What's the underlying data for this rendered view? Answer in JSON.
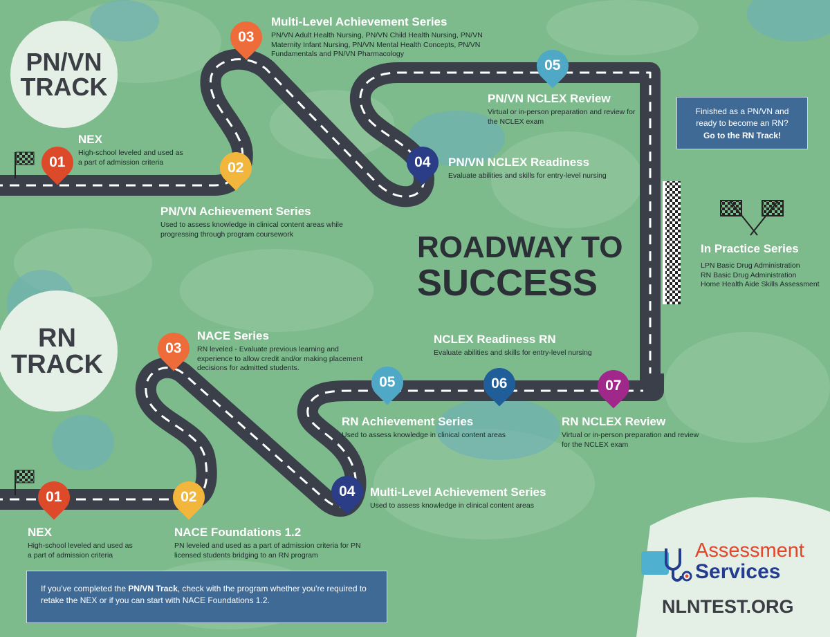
{
  "pn_track": {
    "label_line1": "PN/VN",
    "label_line2": "TRACK",
    "steps": [
      {
        "num": "01",
        "title": "NEX",
        "desc": "High-school leveled and used as a part of admission criteria",
        "color": "#dd4a2a"
      },
      {
        "num": "02",
        "title": "PN/VN Achievement Series",
        "desc": "Used to assess knowledge in clinical content areas while progressing through program coursework",
        "color": "#f3b63c"
      },
      {
        "num": "03",
        "title": "Multi-Level Achievement Series",
        "desc": "PN/VN Adult Health Nursing, PN/VN Child Health Nursing, PN/VN Maternity Infant Nursing, PN/VN Mental Health Concepts, PN/VN Fundamentals and PN/VN Pharmacology",
        "color": "#ee6b3a"
      },
      {
        "num": "04",
        "title": "PN/VN NCLEX Readiness",
        "desc": "Evaluate abilities and skills for entry-level nursing",
        "color": "#2a3d86"
      },
      {
        "num": "05",
        "title": "PN/VN NCLEX Review",
        "desc": "Virtual or in-person preparation and review for the NCLEX exam",
        "color": "#4fa9c6"
      }
    ],
    "rn_note_line1": "Finished as a PN/VN and ready to become an RN?",
    "rn_note_bold": "Go to the RN Track!"
  },
  "rn_track": {
    "label_line1": "RN",
    "label_line2": "TRACK",
    "steps": [
      {
        "num": "01",
        "title": "NEX",
        "desc": "High-school leveled and used as a part of admission criteria",
        "color": "#dd4a2a"
      },
      {
        "num": "02",
        "title": "NACE Foundations 1.2",
        "desc": "PN leveled and used as a part of admission criteria for PN licensed students bridging to an RN program",
        "color": "#f3b63c"
      },
      {
        "num": "03",
        "title": "NACE Series",
        "desc": "RN leveled - Evaluate previous learning and experience to allow credit and/or making placement decisions for admitted students.",
        "color": "#ee6b3a"
      },
      {
        "num": "04",
        "title": "Multi-Level Achievement Series",
        "desc": "Used to assess knowledge in clinical content areas",
        "color": "#2a3d86"
      },
      {
        "num": "05",
        "title": "RN Achievement Series",
        "desc": "Used to assess knowledge in clinical content areas",
        "color": "#4fa9c6"
      },
      {
        "num": "06",
        "title": "NCLEX Readiness RN",
        "desc": "Evaluate abilities and skills for entry-level nursing",
        "color": "#1f5e98"
      },
      {
        "num": "07",
        "title": "RN NCLEX Review",
        "desc": "Virtual or in-person preparation and review for the NCLEX exam",
        "color": "#a0288a"
      }
    ],
    "note_pre": "If you've completed the ",
    "note_bold": "PN/VN Track",
    "note_post": ", check with the program whether you're required to retake the NEX or if  you can start with NACE Foundations 1.2."
  },
  "headline": {
    "line1": "ROADWAY TO",
    "line2": "SUCCESS"
  },
  "in_practice": {
    "title": "In Practice Series",
    "items": [
      "LPN Basic Drug Administration",
      "RN Basic Drug Administration",
      "Home Health Aide Skills Assessment"
    ]
  },
  "logo": {
    "word1": "Assessment",
    "word2": "Services",
    "url": "NLNTEST.ORG"
  }
}
